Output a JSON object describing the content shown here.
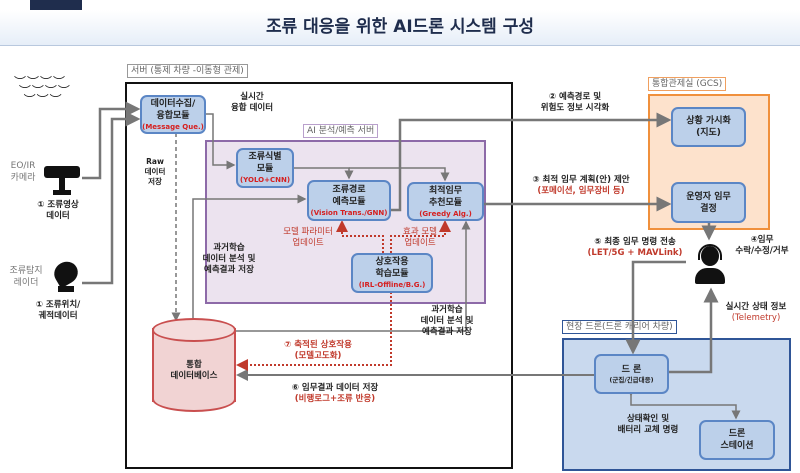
{
  "title": "조류 대응을 위한 AI드론 시스템 구성",
  "inputs": {
    "camera_label": "EO/IR\n카메라",
    "camera_data": "① 조류영상\n데이터",
    "radar_label": "조류탐지\n레이더",
    "radar_data": "① 조류위치/\n궤적데이터"
  },
  "server": {
    "label": "서버 (통제 차량 -이동형 관제)",
    "realtime": "실시간\n융합 데이터",
    "raw": "Raw\n데이터\n저장",
    "collect": {
      "name": "데이터수집/\n융합모듈",
      "sub": "(Message Que.)"
    },
    "past_left": "과거학습\n데이터 분석 및\n예측결과 저장",
    "past_right": "과거학습\n데이터 분석 및\n예측결과 저장",
    "db": "통합\n데이터베이스",
    "step7": "⑦ 축적된 상호작용",
    "step7_sub": "(모델고도화)",
    "step6": "⑥ 임무결과 데이터 저장",
    "step6_sub": "(비행로그+조류 반응)"
  },
  "ai": {
    "label": "AI 분석/예측 서버",
    "identify": {
      "name": "조류식별\n모듈",
      "sub": "(YOLO+CNN)"
    },
    "path": {
      "name": "조류경로\n예측모듈",
      "sub": "(Vision Trans./GNN)"
    },
    "mission": {
      "name": "최적임무\n추천모듈",
      "sub": "(Greedy Alg.)"
    },
    "interact": {
      "name": "상호작용\n학습모듈",
      "sub": "(IRL-Offline/B.G.)"
    },
    "param_update": "모델 파라미터\n업데이트",
    "effect_update": "효과 모델\n업데이트"
  },
  "gcs": {
    "label": "통합관제실 (GCS)",
    "visual": "상황 가시화\n(지도)",
    "decide": "운영자 임무\n결정",
    "step2": "② 예측경로 및\n위험도 정보 시각화",
    "step3": "③ 최적 임무 계획(안) 제안",
    "step3_sub": "(포메이션, 임무장비 등)",
    "step4": "④임무\n수락/수정/거부",
    "step5": "⑤ 최종 임무 명령 전송",
    "step5_sub": "(LET/5G + MAVLink)",
    "telemetry": "실시간 상태 정보",
    "telemetry_sub": "(Telemetry)"
  },
  "field": {
    "label": "현장 드론(드론 캐리어 차량)",
    "drone": "드 론",
    "drone_sub": "(군집/긴급대응)",
    "station": "드론\n스테이션",
    "battery": "상태확인 및\n배터리 교체 명령"
  }
}
